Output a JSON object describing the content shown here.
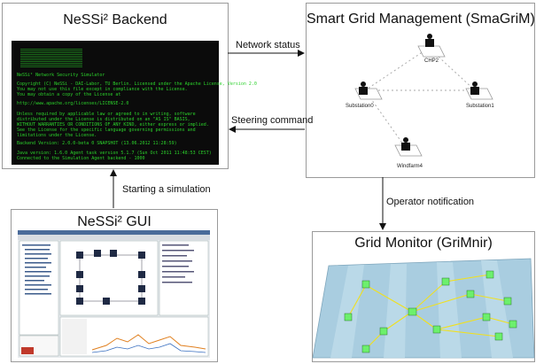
{
  "backend": {
    "title": "NeSSi² Backend",
    "terminal_lines": [
      "NeSSi² Network Security Simulator",
      "Copyright (C) NeSSi - DAI-Labor, TU Berlin. Licensed under the Apache License, Version 2.0",
      "You may not use this file except in compliance with the License.",
      "You may obtain a copy of the License at",
      "http://www.apache.org/licenses/LICENSE-2.0",
      "Unless required by applicable law or agreed to in writing, software",
      "distributed under the License is distributed on an \"AS IS\" BASIS,",
      "WITHOUT WARRANTIES OR CONDITIONS OF ANY KIND, either express or implied.",
      "See the License for the specific language governing permissions and",
      "limitations under the License.",
      "Backend Version: 2.0.0-beta 0 SNAPSHOT (13.06.2012 11:28:59)",
      "Java version: 1.6.0 Agent task version 5.1.7 (Sun Oct 2011 11:48:53 CEST)",
      "Connected to the Simulation Agent backend - 1000"
    ]
  },
  "smagrim": {
    "title": "Smart Grid Management (SmaGriM)",
    "nodes": {
      "chp2": "CHP2",
      "substation0": "Substation0",
      "substation1": "Substation1",
      "windfarm4": "Windfarm4"
    }
  },
  "gui": {
    "title": "NeSSi² GUI"
  },
  "grimnir": {
    "title": "Grid Monitor (GriMnir)"
  },
  "arrows": {
    "network_status": "Network status",
    "steering_command": "Steering command",
    "starting_simulation": "Starting a simulation",
    "operator_notification": "Operator notification"
  },
  "colors": {
    "terminal_bg": "#0b0b0b",
    "terminal_text": "#2bd12b",
    "monitor_floor": "#a9cde0",
    "monitor_node": "#6cf06c",
    "monitor_link": "#f0e020"
  }
}
